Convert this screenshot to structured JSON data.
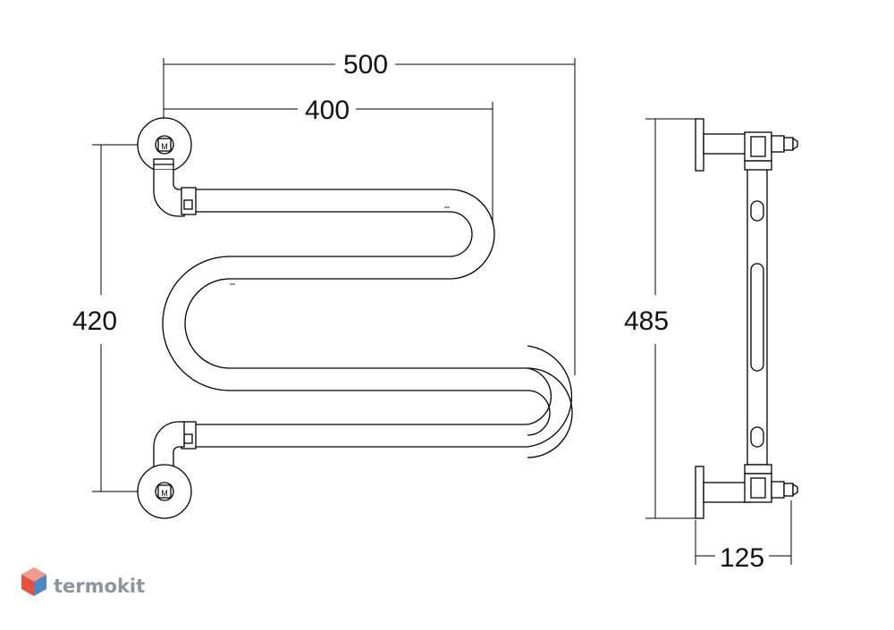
{
  "dimensions": {
    "overall_width": "500",
    "axis_distance": "400",
    "axis_height": "420",
    "overall_height": "485",
    "depth": "125"
  },
  "branding": {
    "logo_text": "termokit",
    "logo_icon": "hexagon-cube-icon"
  },
  "colors": {
    "line": "#000000",
    "text": "#111111",
    "background": "#ffffff",
    "logo_red": "#e8503a",
    "logo_blue": "#4f86c6",
    "logo_gray": "#8f939a"
  }
}
